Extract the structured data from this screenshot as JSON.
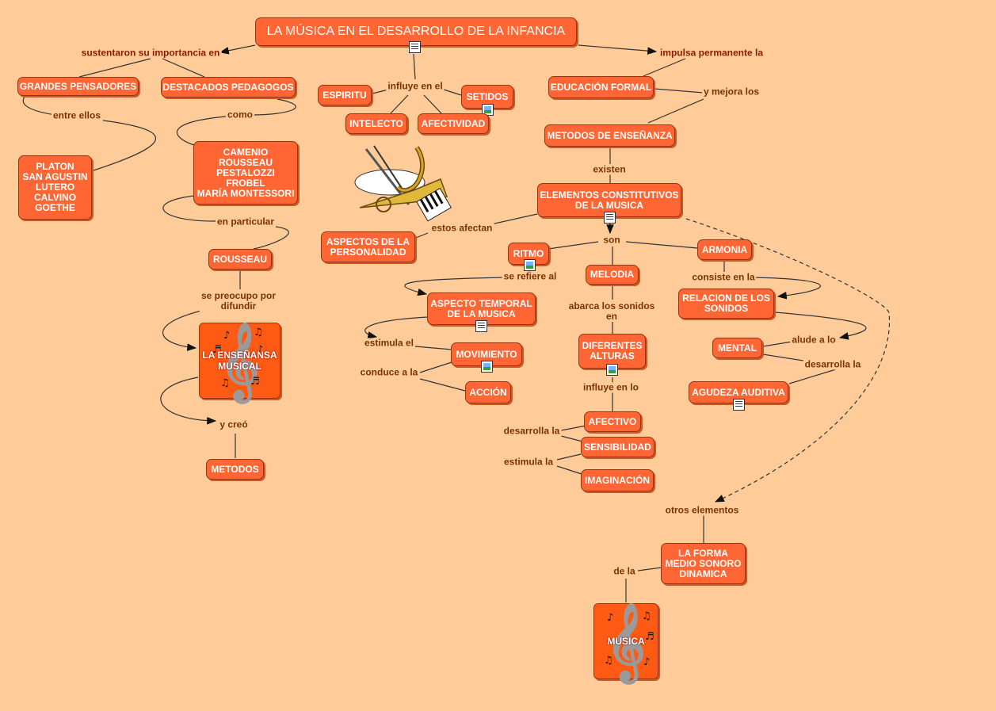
{
  "title": "LA MÚSICA EN EL DESARROLLO DE LA INFANCIA",
  "nodes": {
    "grandes_pensadores": "GRANDES PENSADORES",
    "destacados_pedagogos": "DESTACADOS PEDAGOGOS",
    "pensadores_list": "PLATON\nSAN AGUSTIN\nLUTERO\nCALVINO\nGOETHE",
    "pedagogos_list": "CAMENIO\nROUSSEAU\nPESTALOZZI\nFROBEL\nMARÍA MONTESSORI",
    "rousseau": "ROUSSEAU",
    "ensenansa_musical": "LA ENSEÑANSA\nMUSICAL",
    "metodos": "METODOS",
    "espiritu": "ESPIRITU",
    "setidos": "SETIDOS",
    "intelecto": "INTELECTO",
    "afectividad": "AFECTIVIDAD",
    "aspectos_personalidad": "ASPECTOS DE LA\nPERSONALIDAD",
    "educacion_formal": "EDUCACIÓN FORMAL",
    "metodos_ensenanza": "METODOS DE ENSEÑANZA",
    "elementos": "ELEMENTOS CONSTITUTIVOS\nDE LA MUSICA",
    "ritmo": "RITMO",
    "melodia": "MELODIA",
    "armonia": "ARMONIA",
    "aspecto_temporal": "ASPECTO TEMPORAL\nDE LA MUSICA",
    "movimiento": "MOVIMIENTO",
    "accion": "ACCIÓN",
    "diferentes_alturas": "DIFERENTES\nALTURAS",
    "afectivo": "AFECTIVO",
    "sensibilidad": "SENSIBILIDAD",
    "imaginacion": "IMAGINACIÓN",
    "relacion_sonidos": "RELACION DE LOS\nSONIDOS",
    "mental": "MENTAL",
    "agudeza_auditiva": "AGUDEZA AUDITIVA",
    "la_forma": "LA FORMA\nMEDIO SONORO\nDINAMICA",
    "musica": "MUSICA"
  },
  "labels": {
    "sustentaron": "sustentaron su importancia en",
    "impulsa": "impulsa permanente  la",
    "entre_ellos": "entre ellos",
    "como": "como",
    "en_particular": "en particular",
    "se_preocupo": "se preocupo por\ndifundir",
    "y_creo": "y creó",
    "influye_en_el": "influye en el",
    "estos_afectan": "estos afectan",
    "y_mejora": "y mejora los",
    "existen": "existen",
    "son": "son",
    "se_refiere": "se refiere al",
    "estimula_el": "estimula el",
    "conduce": "conduce a la",
    "abarca": "abarca los sonidos\nen",
    "influye_en_lo": "influye en lo",
    "desarrolla_la": "desarrolla la",
    "estimula_la": "estimula la",
    "consiste": "consiste en la",
    "alude": "alude a lo",
    "desarrolla_la_2": "desarrolla la",
    "otros_elementos": "otros elementos",
    "de_la": "de la"
  },
  "colors": {
    "background": "#FFCC99",
    "node_fill": "#FF6633",
    "node_border": "#993311",
    "link_text": "#7A3300",
    "line": "#222222"
  },
  "icons": [
    "document-icon",
    "image-icon",
    "treble-clef-icon",
    "music-note-icon",
    "instruments-clipart"
  ]
}
